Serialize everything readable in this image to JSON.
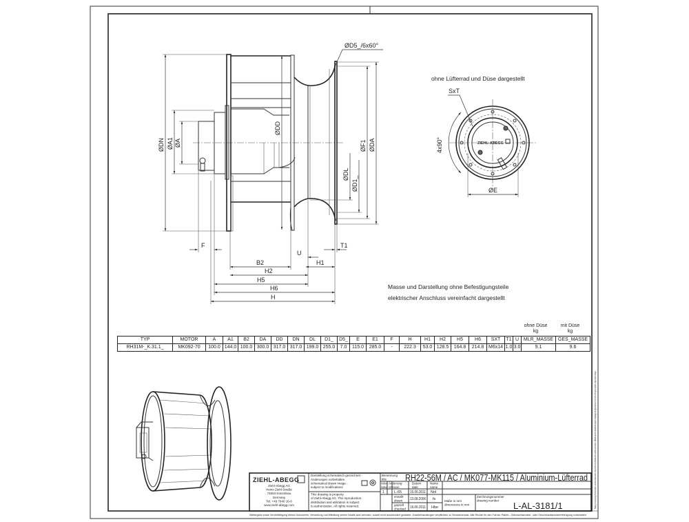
{
  "main_view": {
    "labels": {
      "d5": "ØD5_/6x60°",
      "dn": "ØDN",
      "a1": "ØA1",
      "a": "ØA",
      "dd": "ØDD",
      "f1": "ØF1",
      "da": "ØDA",
      "dl": "ØDL",
      "d1": "ØD1_",
      "f": "F",
      "t1": "T1",
      "u": "U",
      "h1": "H1",
      "b2": "B2",
      "h2": "H2",
      "h5": "H5",
      "h6": "H6",
      "h": "H"
    }
  },
  "side_view": {
    "caption": "ohne Lüfterrad und Düse dargestellt",
    "sxt": "SxT",
    "angle": "4x90°",
    "e": "ØE",
    "logo": "ZIEHL-ABEGG"
  },
  "notes": [
    "Masse und Darstellung ohne Befestigungsteile",
    "elektrischer Anschluss vereinfacht dargestellt"
  ],
  "mass_headers": {
    "without_nozzle": "ohne Düse",
    "without_unit": "kg",
    "with_nozzle": "mit Düse",
    "with_unit": "kg"
  },
  "table": {
    "headers": [
      "TYP",
      "MOTOR",
      "A",
      "A1",
      "B2",
      "DA",
      "DD",
      "DN",
      "DL",
      "D1_",
      "D5_",
      "E",
      "E1",
      "F",
      "H",
      "H1",
      "H2",
      "H5",
      "H6",
      "SXT",
      "T1",
      "U",
      "MLR_MASSE",
      "GES_MASSE"
    ],
    "rows": [
      [
        "RH31M-_K.31.1_",
        "MK092-70",
        "100.0",
        "144.0",
        "100.0",
        "300.0",
        "317.0",
        "317.0",
        "199.0",
        "255.0",
        "7.0",
        "115.0",
        "285.0",
        "-",
        "222.3",
        "53.0",
        "128.5",
        "164.8",
        "214.8",
        "M6x14",
        "1.0",
        "3.0",
        "9.1",
        "9.6"
      ]
    ]
  },
  "title_block": {
    "company_logo": "ZIEHL-ABEGG",
    "address": [
      "Ziehl-Abegg AG",
      "Heinz-Ziehl-Straße",
      "74653 Künzelsau",
      "Germany",
      "Tel. +49 7940 16-0",
      "www.ziehl-abegg.com"
    ],
    "disclaimer_de": [
      "Darstellung schematisch gezeichnet -",
      "Änderungen vorbehalten"
    ],
    "disclaimer_en": [
      "schematical drawn image -",
      "subject to modifications"
    ],
    "property_notice": [
      "This drawing is property",
      "of Ziehl-Abegg AG. The reproduction,",
      "distribution and utilization is subject",
      "to authorization. All rights reserved."
    ],
    "title_label": [
      "Benennung",
      "title"
    ],
    "title": "RH22-56M / AC / MK077-MK115 / Aluminium-Lüfterrad",
    "rev_headers": [
      [
        "Index",
        "index"
      ],
      [
        "Änderung",
        "revision"
      ],
      [
        "Datum",
        "date"
      ],
      [
        "Name",
        "name"
      ]
    ],
    "revision": {
      "index": "1",
      "change": "L-65",
      "date": "15.06.2011",
      "name": "Nol"
    },
    "drawn": {
      "label": [
        "erstellt",
        "drawn"
      ],
      "date": "13.08.2006",
      "name": "fs"
    },
    "checked": {
      "label": [
        "geprüft",
        "checked"
      ],
      "date": "16.06.2011",
      "name": "Hbe"
    },
    "units": [
      "Maße in mm",
      "dimensions in mm"
    ],
    "drawing_number_label": [
      "Zeichnungsnummer",
      "drawing number"
    ],
    "drawing_number": "L-AL-3181/1"
  },
  "footer": "Weitergabe sowie Vervielfältigung dieses Dokuments, Verwertung und Mitteilung seines Inhalts sind verboten, soweit nicht ausdrücklich gestattet. Zuwiderhandlungen verpflichten zu Schadenersatz.   Alle Rechte für den Fall der Patent-, Gebrauchsmuster- oder Geschmacksmustereintragung vorbehalten.",
  "side_strip": "Passing on and copying of this document, use and communication of its content not permitted without written authorization. Offenders will be held liable for payment of damages. All rights reserved in the event of the grant of patent, utility model or design."
}
